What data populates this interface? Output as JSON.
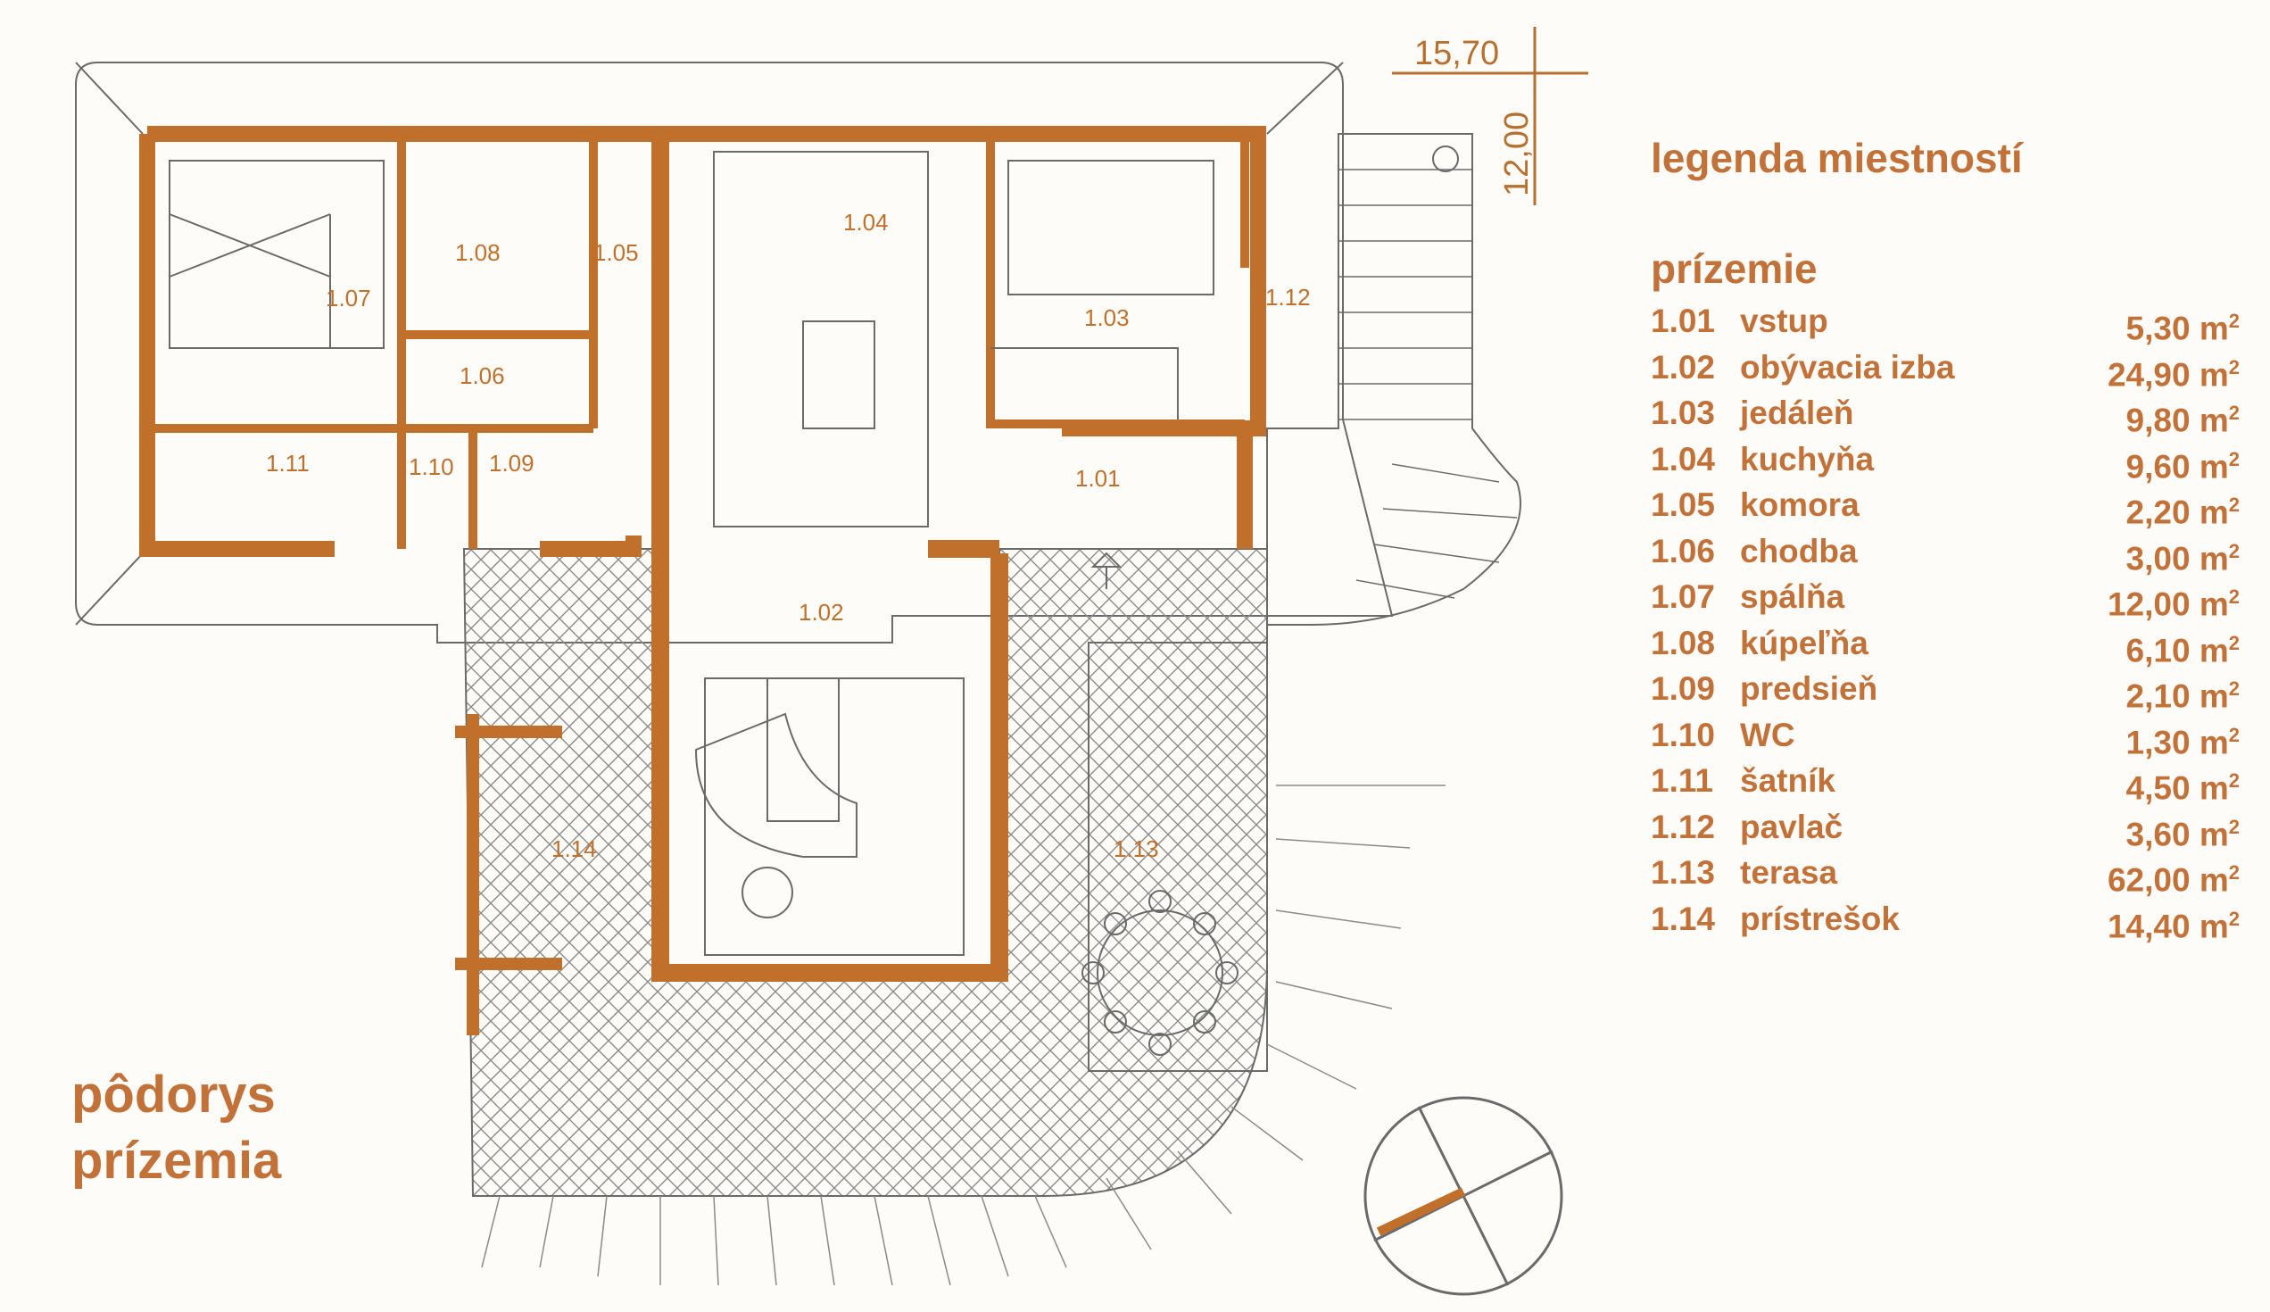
{
  "plan_title_line1": "pôdorys",
  "plan_title_line2": "prízemia",
  "dimension_width": "15,70",
  "dimension_depth": "12,00",
  "legend": {
    "title": "legenda miestností",
    "floor": "prízemie",
    "unit": "m",
    "unit_exp": "2",
    "rooms": [
      {
        "id": "1.01",
        "name": "vstup",
        "area": "5,30"
      },
      {
        "id": "1.02",
        "name": "obývacia izba",
        "area": "24,90"
      },
      {
        "id": "1.03",
        "name": "jedáleň",
        "area": "9,80"
      },
      {
        "id": "1.04",
        "name": "kuchyňa",
        "area": "9,60"
      },
      {
        "id": "1.05",
        "name": "komora",
        "area": "2,20"
      },
      {
        "id": "1.06",
        "name": "chodba",
        "area": "3,00"
      },
      {
        "id": "1.07",
        "name": "spálňa",
        "area": "12,00"
      },
      {
        "id": "1.08",
        "name": "kúpeľňa",
        "area": "6,10"
      },
      {
        "id": "1.09",
        "name": "predsieň",
        "area": "2,10"
      },
      {
        "id": "1.10",
        "name": "WC",
        "area": "1,30"
      },
      {
        "id": "1.11",
        "name": "šatník",
        "area": "4,50"
      },
      {
        "id": "1.12",
        "name": "pavlač",
        "area": "3,60"
      },
      {
        "id": "1.13",
        "name": "terasa",
        "area": "62,00"
      },
      {
        "id": "1.14",
        "name": "prístrešok",
        "area": "14,40"
      }
    ]
  },
  "plan_labels": [
    "1.01",
    "1.02",
    "1.03",
    "1.04",
    "1.05",
    "1.06",
    "1.07",
    "1.08",
    "1.09",
    "1.10",
    "1.11",
    "1.12",
    "1.13",
    "1.14"
  ],
  "colors": {
    "wall": "#c0702a",
    "line": "#6a6a6a",
    "text": "#c27238"
  }
}
